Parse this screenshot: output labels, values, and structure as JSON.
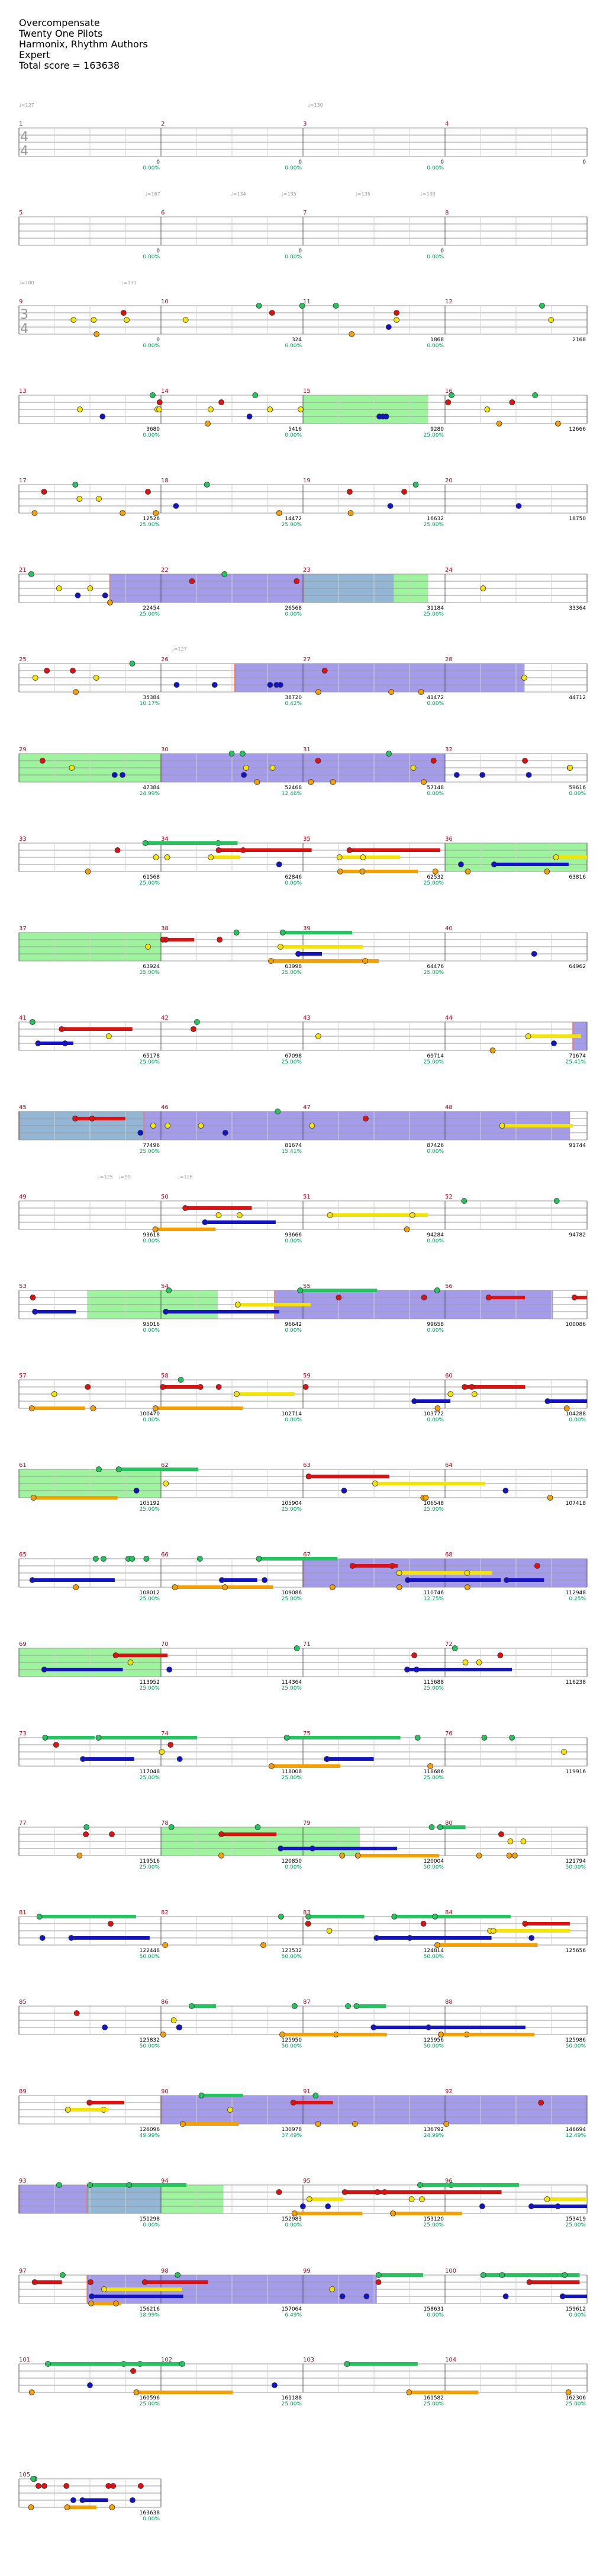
{
  "song": {
    "title": "Overcompensate",
    "artist": "Twenty One Pilots",
    "charter": "Harmonix, Rhythm Authors",
    "difficulty": "Expert",
    "total_score_label": "Total score = ",
    "total_score": "163638"
  },
  "colors": {
    "green": "#22c55e",
    "red": "#e01010",
    "yellow": "#f5e400",
    "blue": "#1212c8",
    "orange": "#f5a000",
    "purple": "#5a4ad8",
    "star_region": "#7cf07c",
    "staff": "#9a9a9a"
  },
  "tempo_markers": [
    "♩=127",
    "♩=130",
    "♩=167",
    "♩=134",
    "♩=135",
    "♩=135",
    "♩=130",
    "♩=100",
    "♩=130",
    "♩=127",
    "♩=126",
    "♩=125",
    "♩=90"
  ],
  "systems": [
    {
      "m": [
        1,
        2,
        3,
        4
      ],
      "scores": [
        [
          "",
          "0",
          "0",
          "0",
          "0"
        ],
        [
          "0",
          "0",
          "0",
          "0"
        ]
      ],
      "pct": [
        "0.00%",
        "0.00%",
        "0.00%"
      ],
      "ts": "4/4",
      "notes": []
    },
    {
      "m": [
        5,
        6,
        7,
        8
      ],
      "scores": [
        [
          "0",
          "0",
          "0"
        ]
      ],
      "pct": [
        "0.00%",
        "0.00%",
        "0.00%"
      ],
      "notes": []
    },
    {
      "m": [
        9,
        10,
        11,
        12
      ],
      "scores": [
        [
          "0",
          "324",
          "1868",
          "2168"
        ]
      ],
      "pct": [
        "0.00%",
        "0.00%",
        "0.00%"
      ],
      "ts": "3/4",
      "notes": []
    },
    {
      "m": [
        13,
        14,
        15,
        16
      ],
      "scores": [
        [
          "3680",
          "5416",
          "9280",
          "12666"
        ]
      ],
      "pct": [
        "0.00%",
        "0.00%",
        "25.00%"
      ],
      "notes": []
    },
    {
      "m": [
        17,
        18,
        19,
        20
      ],
      "scores": [
        [
          "12526",
          "14472",
          "16632",
          "18750"
        ]
      ],
      "pct": [
        "25.00%",
        "25.00%",
        "25.00%"
      ],
      "notes": []
    },
    {
      "m": [
        21,
        22,
        23,
        24
      ],
      "scores": [
        [
          "22454",
          "26568",
          "31184",
          "33364"
        ]
      ],
      "pct": [
        "25.00%",
        "0.00%",
        "25.00%"
      ],
      "notes": []
    },
    {
      "m": [
        25,
        26,
        27,
        28
      ],
      "scores": [
        [
          "35384",
          "38720",
          "41472",
          "44712"
        ]
      ],
      "pct": [
        "10.17%",
        "0.42%",
        "0.00%"
      ],
      "notes": []
    },
    {
      "m": [
        29,
        30,
        31,
        32
      ],
      "scores": [
        [
          "47384",
          "52468",
          "57148",
          "59616"
        ]
      ],
      "pct": [
        "24.99%",
        "12.46%",
        "0.00%",
        "0.00%"
      ],
      "notes": []
    },
    {
      "m": [
        33,
        34,
        35,
        36
      ],
      "scores": [
        [
          "61568",
          "62846",
          "62532",
          "63816"
        ]
      ],
      "pct": [
        "25.00%",
        "0.00%",
        "25.00%"
      ],
      "notes": []
    },
    {
      "m": [
        37,
        38,
        39,
        40
      ],
      "scores": [
        [
          "63924",
          "63998",
          "64476",
          "64962"
        ]
      ],
      "pct": [
        "25.00%",
        "25.00%",
        "25.00%"
      ],
      "notes": []
    },
    {
      "m": [
        41,
        42,
        43,
        44
      ],
      "scores": [
        [
          "65178",
          "67098",
          "69714",
          "71674"
        ]
      ],
      "pct": [
        "25.00%",
        "25.00%",
        "25.00%",
        "25.41%"
      ],
      "notes": []
    },
    {
      "m": [
        45,
        46,
        47,
        48
      ],
      "scores": [
        [
          "77496",
          "81674",
          "87426",
          "91744"
        ]
      ],
      "pct": [
        "25.00%",
        "15.41%",
        "0.00%"
      ],
      "notes": []
    },
    {
      "m": [
        49,
        50,
        51,
        52
      ],
      "scores": [
        [
          "93618",
          "93666",
          "94284",
          "94782"
        ]
      ],
      "pct": [
        "0.00%",
        "0.00%",
        "0.00%"
      ],
      "notes": []
    },
    {
      "m": [
        53,
        54,
        55,
        56
      ],
      "scores": [
        [
          "95016",
          "96642",
          "99658",
          "100086"
        ]
      ],
      "pct": [
        "0.00%",
        "0.00%",
        "0.00%"
      ],
      "notes": []
    },
    {
      "m": [
        57,
        58,
        59,
        60
      ],
      "scores": [
        [
          "100470",
          "102714",
          "103772",
          "104288"
        ]
      ],
      "pct": [
        "0.00%",
        "0.00%",
        "0.00%",
        "0.00%"
      ],
      "notes": []
    },
    {
      "m": [
        61,
        62,
        63,
        64
      ],
      "scores": [
        [
          "105192",
          "105904",
          "106548",
          "107418"
        ]
      ],
      "pct": [
        "25.00%",
        "25.00%",
        "25.00%"
      ],
      "notes": []
    },
    {
      "m": [
        65,
        66,
        67,
        68
      ],
      "scores": [
        [
          "108012",
          "109086",
          "110746",
          "112948"
        ]
      ],
      "pct": [
        "25.00%",
        "25.00%",
        "12.75%",
        "0.25%"
      ],
      "notes": []
    },
    {
      "m": [
        69,
        70,
        71,
        72
      ],
      "scores": [
        [
          "113952",
          "114364",
          "115688",
          "116238"
        ]
      ],
      "pct": [
        "25.00%",
        "25.00%",
        "25.00%"
      ],
      "notes": []
    },
    {
      "m": [
        73,
        74,
        75,
        76
      ],
      "scores": [
        [
          "117048",
          "118008",
          "118686",
          "119916"
        ]
      ],
      "pct": [
        "25.00%",
        "25.00%",
        "25.00%"
      ],
      "notes": []
    },
    {
      "m": [
        77,
        78,
        79,
        80
      ],
      "scores": [
        [
          "119516",
          "120850",
          "120004",
          "121794"
        ]
      ],
      "pct": [
        "25.00%",
        "0.00%",
        "50.00%",
        "50.00%"
      ],
      "notes": []
    },
    {
      "m": [
        81,
        82,
        83,
        84
      ],
      "scores": [
        [
          "122448",
          "123532",
          "124814",
          "125656"
        ]
      ],
      "pct": [
        "50.00%",
        "50.00%",
        "50.00%"
      ],
      "notes": []
    },
    {
      "m": [
        85,
        86,
        87,
        88
      ],
      "scores": [
        [
          "125832",
          "125950",
          "125956",
          "125986"
        ]
      ],
      "pct": [
        "50.00%",
        "50.00%",
        "50.00%",
        "50.00%"
      ],
      "notes": []
    },
    {
      "m": [
        89,
        90,
        91,
        92
      ],
      "scores": [
        [
          "126096",
          "130978",
          "136792",
          "146694"
        ]
      ],
      "pct": [
        "49.99%",
        "37.49%",
        "24.99%",
        "12.49%"
      ],
      "notes": []
    },
    {
      "m": [
        93,
        94,
        95,
        96
      ],
      "scores": [
        [
          "151298",
          "152983",
          "153120",
          "153419"
        ]
      ],
      "pct": [
        "0.00%",
        "0.00%",
        "25.00%",
        "25.00%"
      ],
      "notes": []
    },
    {
      "m": [
        97,
        98,
        99,
        100
      ],
      "scores": [
        [
          "156216",
          "157064",
          "158631",
          "159612"
        ]
      ],
      "pct": [
        "18.99%",
        "6.49%",
        "0.00%",
        "0.00%"
      ],
      "notes": []
    },
    {
      "m": [
        101,
        102,
        103,
        104
      ],
      "scores": [
        [
          "160596",
          "161188",
          "161582",
          "162306"
        ]
      ],
      "pct": [
        "25.00%",
        "25.00%",
        "25.00%",
        "25.00%"
      ],
      "notes": []
    },
    {
      "m": [
        105
      ],
      "scores": [
        [
          "163638"
        ]
      ],
      "pct": [
        "0.00%"
      ],
      "notes": []
    }
  ]
}
